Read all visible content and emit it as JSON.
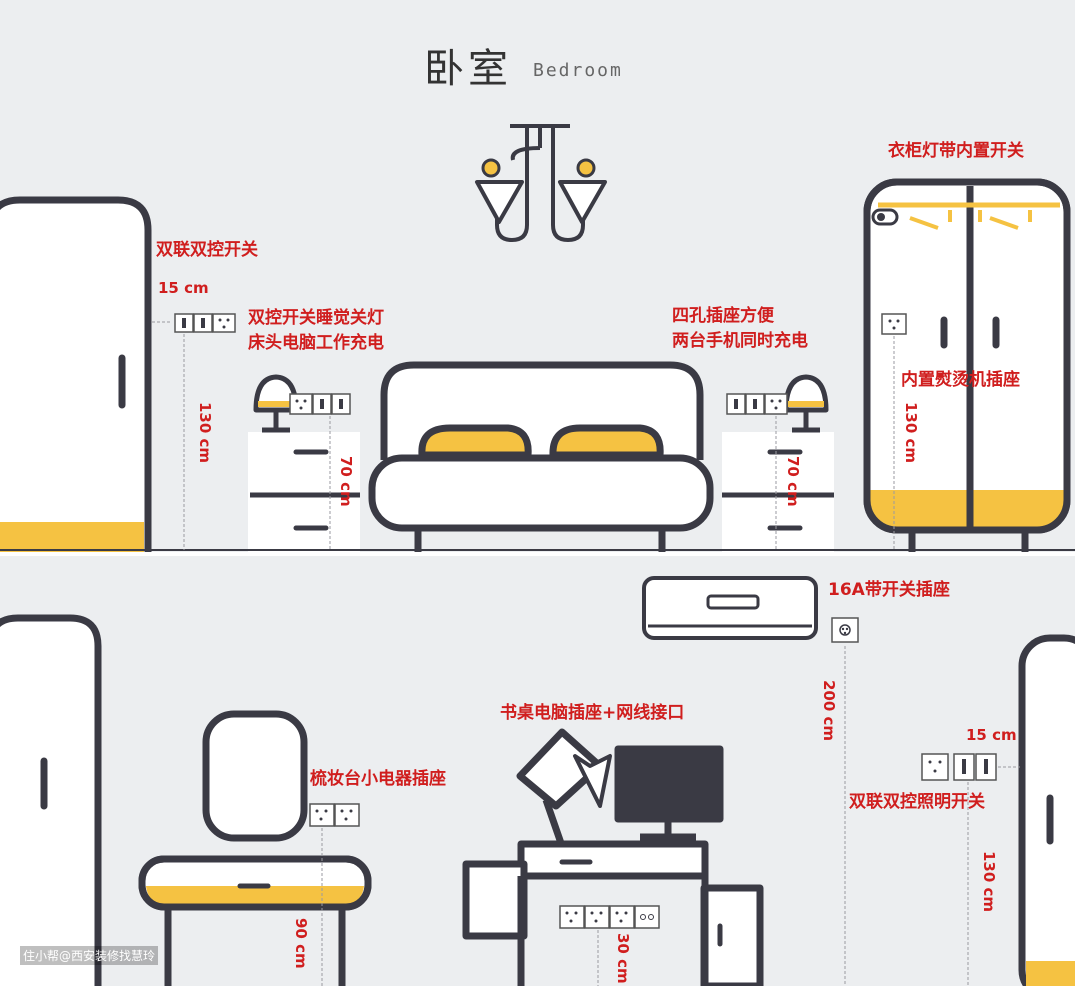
{
  "colors": {
    "background": "#eceef0",
    "outline": "#3a3a44",
    "accent": "#f5c242",
    "label": "#d01e1e"
  },
  "title": {
    "cn": "卧室",
    "en": "Bedroom"
  },
  "labels": {
    "double_switch_left": "双联双控开关",
    "dist_15_left": "15 cm",
    "bedside_switch_1": "双控开关睡觉关灯",
    "bedside_switch_2": "床头电脑工作充电",
    "four_hole_1": "四孔插座方便",
    "four_hole_2": "两台手机同时充电",
    "wardrobe_light": "衣柜灯带内置开关",
    "iron_socket": "内置熨烫机插座",
    "h130_left": "130 cm",
    "h70_left": "70 cm",
    "h70_right": "70 cm",
    "h130_right": "130 cm",
    "ac_socket": "16A带开关插座",
    "h200": "200 cm",
    "desk_socket": "书桌电脑插座+网线接口",
    "dressing_socket": "梳妆台小电器插座",
    "dist_15_right": "15 cm",
    "lighting_switch": "双联双控照明开关",
    "h90": "90 cm",
    "h30": "30 cm",
    "h130_bottom": "130 cm"
  },
  "credit": "住小帮@西安装修找慧玲"
}
